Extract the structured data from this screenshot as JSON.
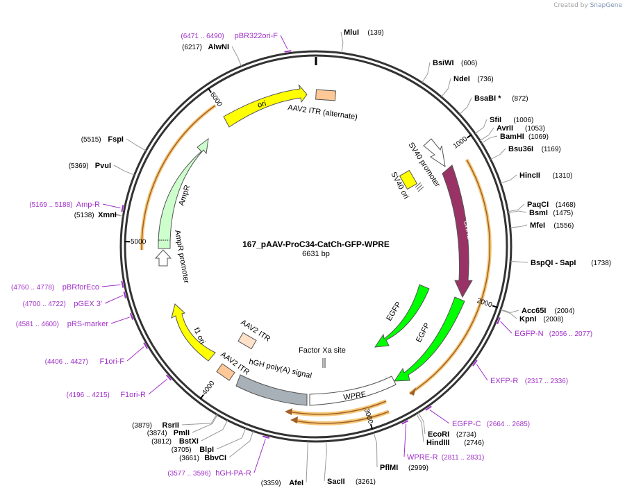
{
  "credit": {
    "prefix": "Created by",
    "brand": "SnapGene"
  },
  "plasmid": {
    "name": "167_pAAV-ProC34-CatCh-GFP-WPRE",
    "size_label": "6631 bp",
    "length": 6631
  },
  "ticks": [
    {
      "label": "1000",
      "bp": 1000
    },
    {
      "label": "2000",
      "bp": 2000
    },
    {
      "label": "3000",
      "bp": 3000
    },
    {
      "label": "4000",
      "bp": 4000
    },
    {
      "label": "5000",
      "bp": 5000
    },
    {
      "label": "6000",
      "bp": 6000
    }
  ],
  "sites": [
    {
      "name": "MluI",
      "pos": "(139)",
      "bp": 139,
      "side": "right"
    },
    {
      "name": "BsiWI",
      "pos": "(606)",
      "bp": 606,
      "side": "right"
    },
    {
      "name": "NdeI",
      "pos": "(736)",
      "bp": 736,
      "side": "right"
    },
    {
      "name": "BsaBI *",
      "pos": "(872)",
      "bp": 872,
      "side": "right"
    },
    {
      "name": "SfiI",
      "pos": "(1006)",
      "bp": 1006,
      "side": "right"
    },
    {
      "name": "AvrII",
      "pos": "(1053)",
      "bp": 1053,
      "side": "right"
    },
    {
      "name": "BamHI",
      "pos": "(1069)",
      "bp": 1069,
      "side": "right"
    },
    {
      "name": "Bsu36I",
      "pos": "(1169)",
      "bp": 1169,
      "side": "right"
    },
    {
      "name": "HincII",
      "pos": "(1310)",
      "bp": 1310,
      "side": "right"
    },
    {
      "name": "PaqCI",
      "pos": "(1468)",
      "bp": 1468,
      "side": "right"
    },
    {
      "name": "BsmI",
      "pos": "(1475)",
      "bp": 1475,
      "side": "right"
    },
    {
      "name": "MfeI",
      "pos": "(1556)",
      "bp": 1556,
      "side": "right"
    },
    {
      "name": "BspQI - SapI",
      "pos": "(1738)",
      "bp": 1738,
      "side": "right"
    },
    {
      "name": "Acc65I",
      "pos": "(2004)",
      "bp": 2004,
      "side": "right"
    },
    {
      "name": "KpnI",
      "pos": "(2008)",
      "bp": 2008,
      "side": "right"
    },
    {
      "name": "EcoRI",
      "pos": "(2734)",
      "bp": 2734,
      "side": "right"
    },
    {
      "name": "HindIII",
      "pos": "(2746)",
      "bp": 2746,
      "side": "right"
    },
    {
      "name": "PflMI",
      "pos": "(2999)",
      "bp": 2999,
      "side": "right"
    },
    {
      "name": "SacII",
      "pos": "(3261)",
      "bp": 3261,
      "side": "right"
    },
    {
      "name": "AfeI",
      "pos": "(3359)",
      "bp": 3359,
      "side": "left"
    },
    {
      "name": "BbvCI",
      "pos": "(3661)",
      "bp": 3661,
      "side": "left"
    },
    {
      "name": "BlpI",
      "pos": "(3705)",
      "bp": 3705,
      "side": "left"
    },
    {
      "name": "BstXI",
      "pos": "(3812)",
      "bp": 3812,
      "side": "left"
    },
    {
      "name": "PmlI",
      "pos": "(3874)",
      "bp": 3874,
      "side": "left"
    },
    {
      "name": "RsrII",
      "pos": "(3879)",
      "bp": 3879,
      "side": "left"
    },
    {
      "name": "XmnI",
      "pos": "(5138)",
      "bp": 5138,
      "side": "left"
    },
    {
      "name": "PvuI",
      "pos": "(5369)",
      "bp": 5369,
      "side": "left"
    },
    {
      "name": "FspI",
      "pos": "(5515)",
      "bp": 5515,
      "side": "left"
    },
    {
      "name": "AlwNI",
      "pos": "(6217)",
      "bp": 6217,
      "side": "left"
    }
  ],
  "primers": [
    {
      "name": "EGFP-N",
      "range": "(2056 .. 2077)",
      "bp": 2066,
      "side": "right"
    },
    {
      "name": "EXFP-R",
      "range": "(2317 .. 2336)",
      "bp": 2326,
      "side": "right"
    },
    {
      "name": "EGFP-C",
      "range": "(2664 .. 2685)",
      "bp": 2674,
      "side": "right"
    },
    {
      "name": "WPRE-R",
      "range": "(2811 .. 2831)",
      "bp": 2821,
      "side": "right"
    },
    {
      "name": "hGH-PA-R",
      "range": "(3577 .. 3596)",
      "bp": 3586,
      "side": "left"
    },
    {
      "name": "F1ori-R",
      "range": "(4196 .. 4215)",
      "bp": 4205,
      "side": "left"
    },
    {
      "name": "F1ori-F",
      "range": "(4406 .. 4427)",
      "bp": 4416,
      "side": "left"
    },
    {
      "name": "pRS-marker",
      "range": "(4581 .. 4600)",
      "bp": 4590,
      "side": "left"
    },
    {
      "name": "pGEX 3'",
      "range": "(4700 .. 4722)",
      "bp": 4711,
      "side": "left"
    },
    {
      "name": "pBRforEco",
      "range": "(4760 .. 4778)",
      "bp": 4769,
      "side": "left"
    },
    {
      "name": "Amp-R",
      "range": "(5169 .. 5188)",
      "bp": 5178,
      "side": "left"
    },
    {
      "name": "pBR322ori-F",
      "range": "(6471 .. 6490)",
      "bp": 6480,
      "side": "left"
    }
  ],
  "features": [
    {
      "name": "ori",
      "color": "#ffff00"
    },
    {
      "name": "AAV2 ITR (alternate)",
      "color": "#ffc896"
    },
    {
      "name": "SV40 promoter",
      "color": "#ffffff"
    },
    {
      "name": "SV40 ori",
      "color": "#ffff00"
    },
    {
      "name": "ChR2",
      "color": "#993366"
    },
    {
      "name": "EGFP",
      "color": "#00ff00"
    },
    {
      "name": "EGFP",
      "color": "#00ff00"
    },
    {
      "name": "WPRE",
      "color": "#ffffff"
    },
    {
      "name": "Factor Xa site",
      "color": "#ffffff"
    },
    {
      "name": "hGH poly(A) signal",
      "color": "#a8b0b8"
    },
    {
      "name": "AAV2 ITR",
      "color": "#ffe1c8"
    },
    {
      "name": "AAV2 ITR",
      "color": "#ffc896"
    },
    {
      "name": "f1 ori",
      "color": "#ffff00"
    },
    {
      "name": "AmpR promoter",
      "color": "#ffffff"
    },
    {
      "name": "AmpR",
      "color": "#ccffcc"
    }
  ],
  "colors": {
    "primer": "#a030c8",
    "orf": "#f0a030",
    "backbone": "#333333"
  }
}
